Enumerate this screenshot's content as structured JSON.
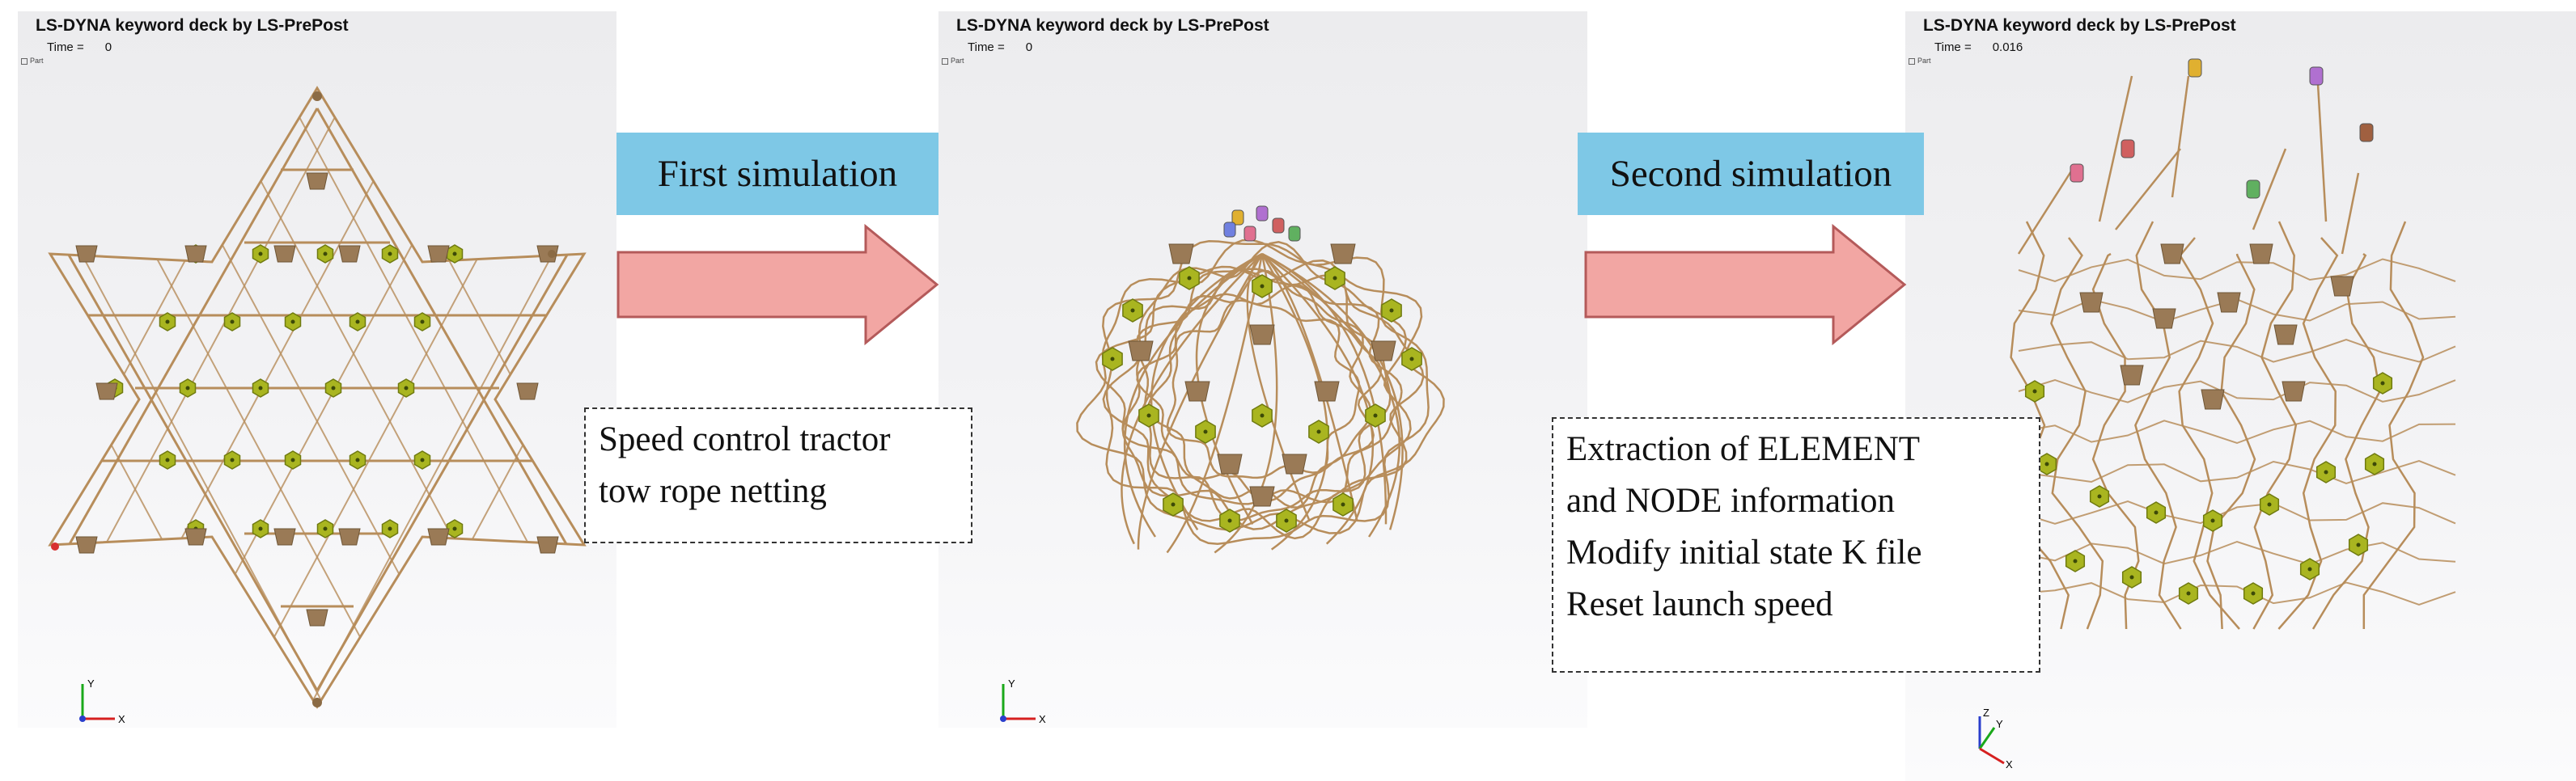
{
  "viewports": [
    {
      "title": "LS-DYNA keyword deck by LS-PrePost",
      "time_label": "Time =",
      "time_value": "0",
      "part_label": "Part"
    },
    {
      "title": "LS-DYNA keyword deck by LS-PrePost",
      "time_label": "Time =",
      "time_value": "0",
      "part_label": "Part"
    },
    {
      "title": "LS-DYNA keyword deck by LS-PrePost",
      "time_label": "Time =",
      "time_value": "0.016",
      "part_label": "Part"
    }
  ],
  "steps": [
    {
      "label": "First simulation",
      "notes": [
        "Speed control tractor",
        "tow rope netting"
      ]
    },
    {
      "label": "Second simulation",
      "notes": [
        "Extraction of ELEMENT",
        "and NODE information",
        "Modify initial state K file",
        "Reset launch speed"
      ]
    }
  ],
  "axis_labels": {
    "x": "X",
    "y": "Y",
    "z": "Z"
  },
  "colors": {
    "rope": "#b78d5b",
    "mass_block": "#9a7a56",
    "net_node": "#a9b520",
    "label_bg": "#7ec8e6",
    "arrow_fill": "#f2a6a3",
    "arrow_stroke": "#b45a5a"
  }
}
